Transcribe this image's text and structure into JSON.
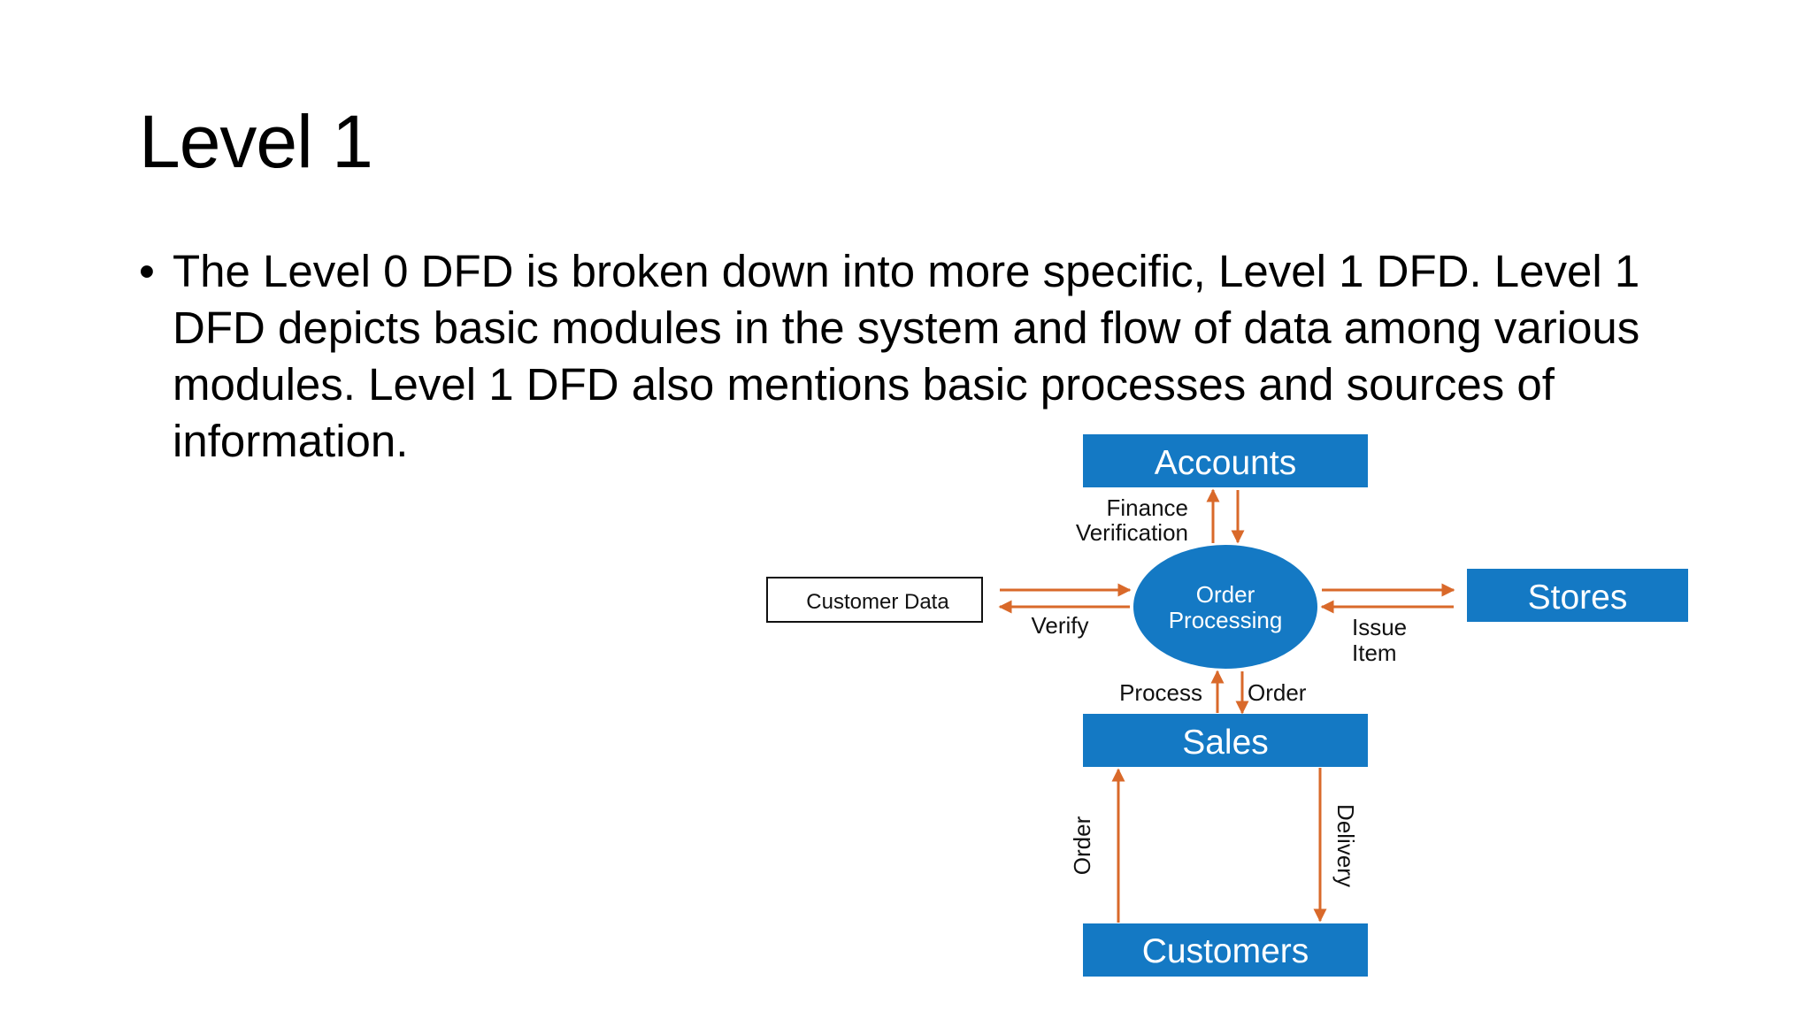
{
  "slide": {
    "title": "Level 1",
    "bullet_symbol": "•",
    "bullet_text": "The Level 0 DFD is broken down into more specific, Level 1 DFD. Level 1 DFD depicts basic modules in the system and flow of data among various modules. Level 1 DFD also mentions basic processes and sources of information."
  },
  "diagram": {
    "colors": {
      "entity_fill": "#1479c4",
      "process_fill": "#1479c4",
      "arrow": "#d9692a",
      "text_on_fill": "#ffffff"
    },
    "entities": {
      "accounts": "Accounts",
      "stores": "Stores",
      "sales": "Sales",
      "customers": "Customers",
      "customer_data": "Customer Data"
    },
    "process": {
      "line1": "Order",
      "line2": "Processing"
    },
    "flows": {
      "finance_verification_line1": "Finance",
      "finance_verification_line2": "Verification",
      "verify": "Verify",
      "issue_item_line1": "Issue",
      "issue_item_line2": "Item",
      "process": "Process",
      "order_top": "Order",
      "order_left": "Order",
      "delivery": "Delivery"
    }
  }
}
